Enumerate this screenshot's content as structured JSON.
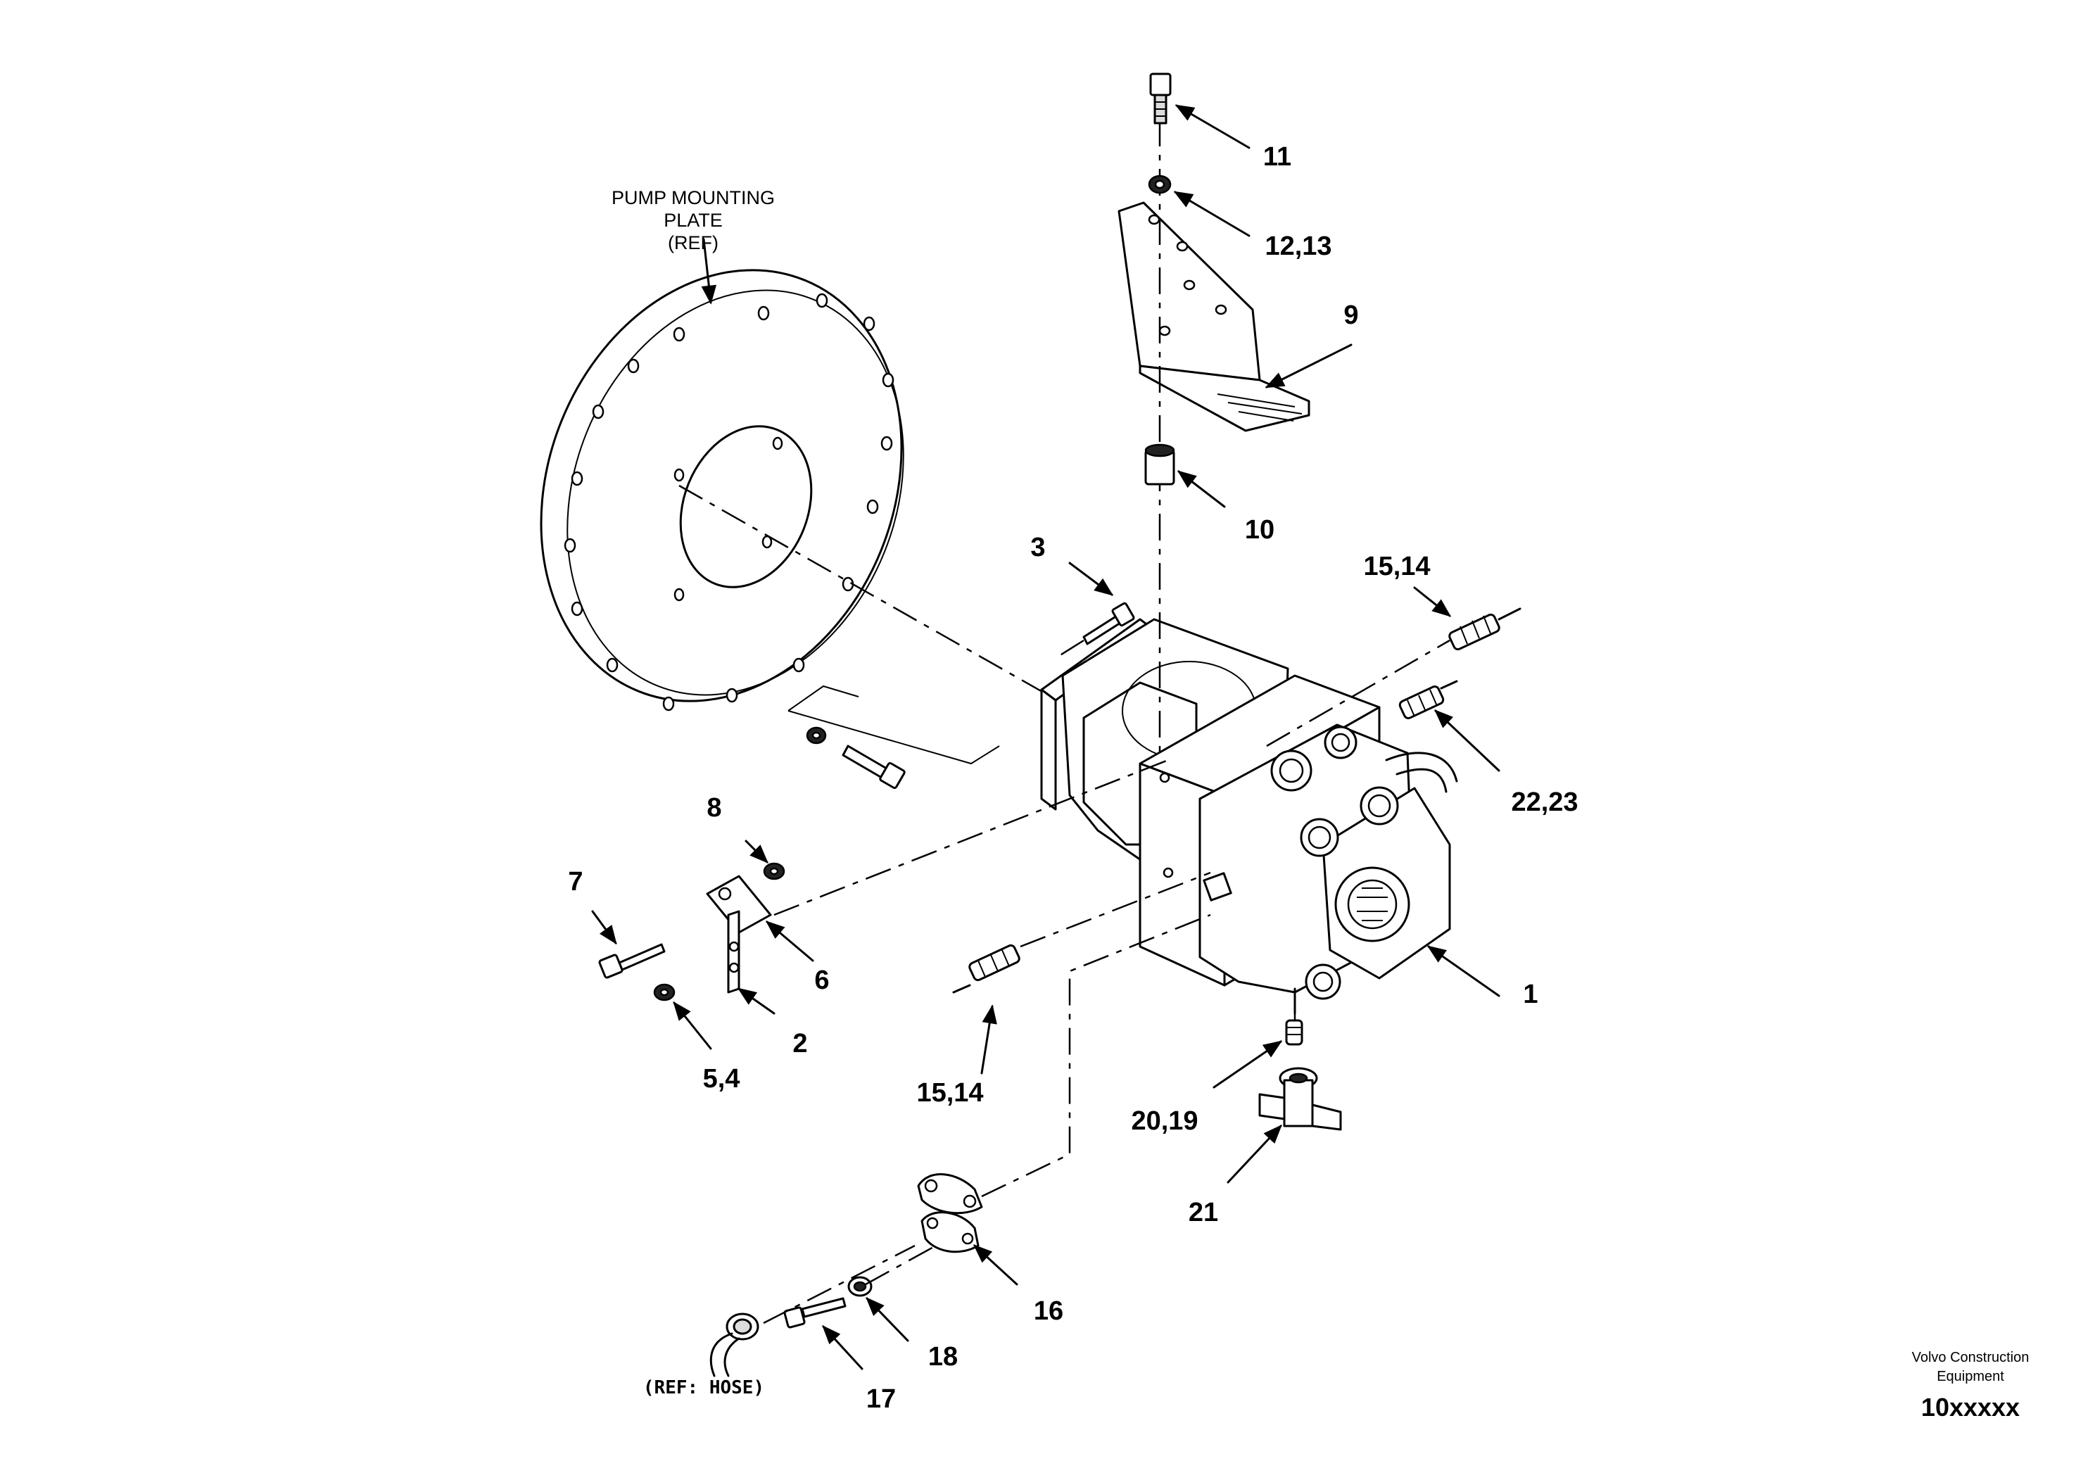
{
  "reference_labels": {
    "mounting_plate_line1": "PUMP MOUNTING",
    "mounting_plate_line2": "PLATE",
    "mounting_plate_line3": "(REF)",
    "hose_ref": "(REF: HOSE)"
  },
  "callouts": {
    "c1": "1",
    "c2": "2",
    "c3": "3",
    "c5_4": "5,4",
    "c6": "6",
    "c7": "7",
    "c8": "8",
    "c9": "9",
    "c10": "10",
    "c11": "11",
    "c12_13": "12,13",
    "c15_14_top": "15,14",
    "c15_14_bottom": "15,14",
    "c16": "16",
    "c17": "17",
    "c18": "18",
    "c20_19": "20,19",
    "c21": "21",
    "c22_23": "22,23"
  },
  "footer": {
    "brand_line1": "Volvo Construction",
    "brand_line2": "Equipment",
    "doc_number": "10xxxxx"
  }
}
